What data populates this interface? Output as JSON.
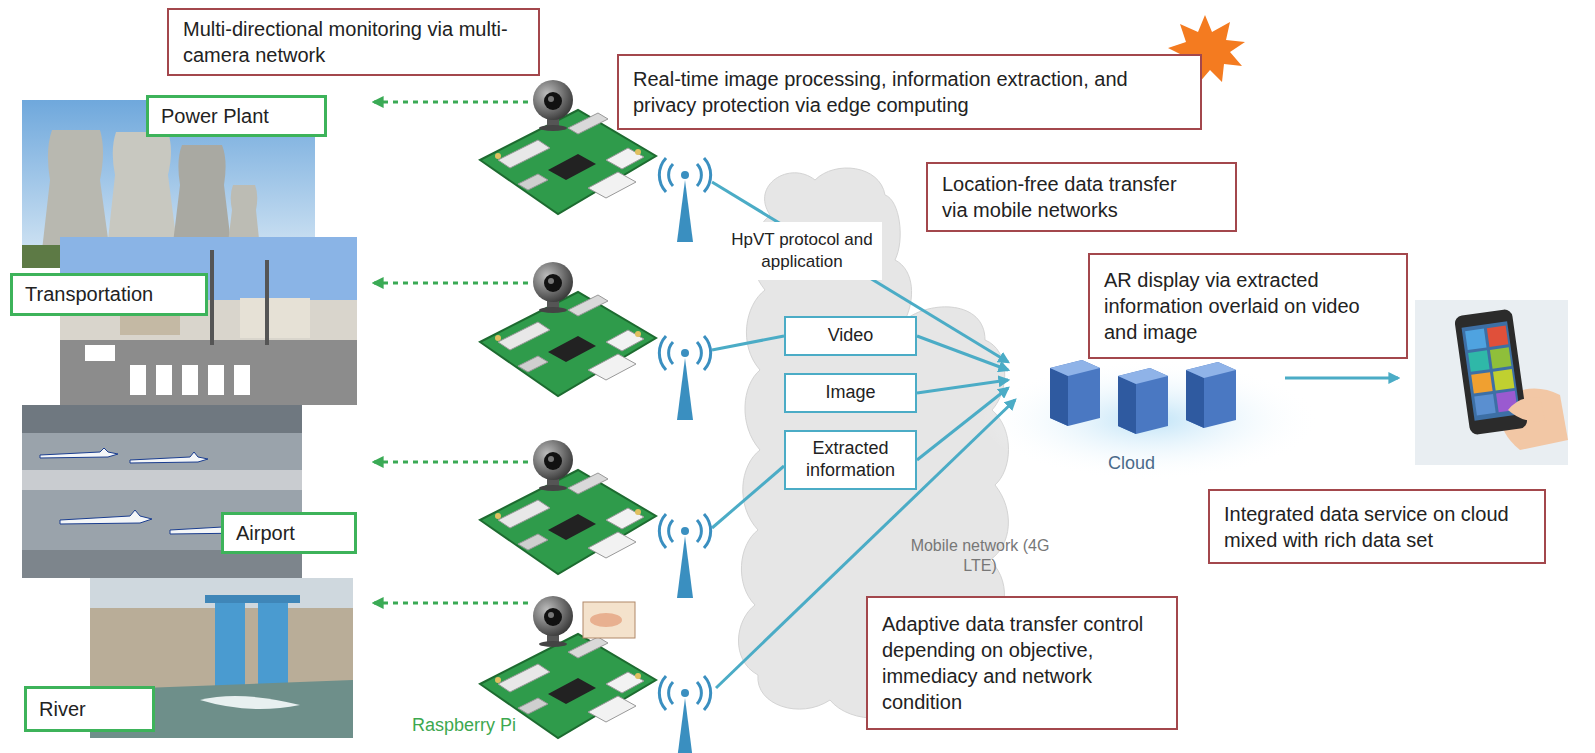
{
  "diagram": {
    "nodes": [
      {
        "text": [
          "Multi-directional monitoring via multi-camera network"
        ]
      },
      {
        "text": [
          "Power Plant"
        ]
      },
      {
        "text": [
          "Real-time image processing, information extraction, and privacy protection via edge computing"
        ]
      },
      {
        "text": [
          "Location-free data transfer via mobile networks"
        ]
      },
      {
        "text": [
          "HpVT protocol and application"
        ]
      },
      {
        "text": [
          "Transportation"
        ]
      },
      {
        "text": [
          "Video"
        ]
      },
      {
        "text": [
          "AR display via extracted information overlaid on video and image"
        ]
      },
      {
        "text": [
          "Image"
        ]
      },
      {
        "text": [
          "Extracted information"
        ]
      },
      {
        "text": [
          "Integrated data service on cloud mixed with rich data set"
        ]
      },
      {
        "text": [
          "Airport"
        ]
      },
      {
        "text": [
          "Adaptive data transfer control depending on objective, immediacy and network condition"
        ]
      },
      {
        "text": [
          "River"
        ]
      }
    ],
    "labels": [
      "Cloud",
      "Mobile network (4G LTE)",
      "Raspberry Pi"
    ]
  }
}
